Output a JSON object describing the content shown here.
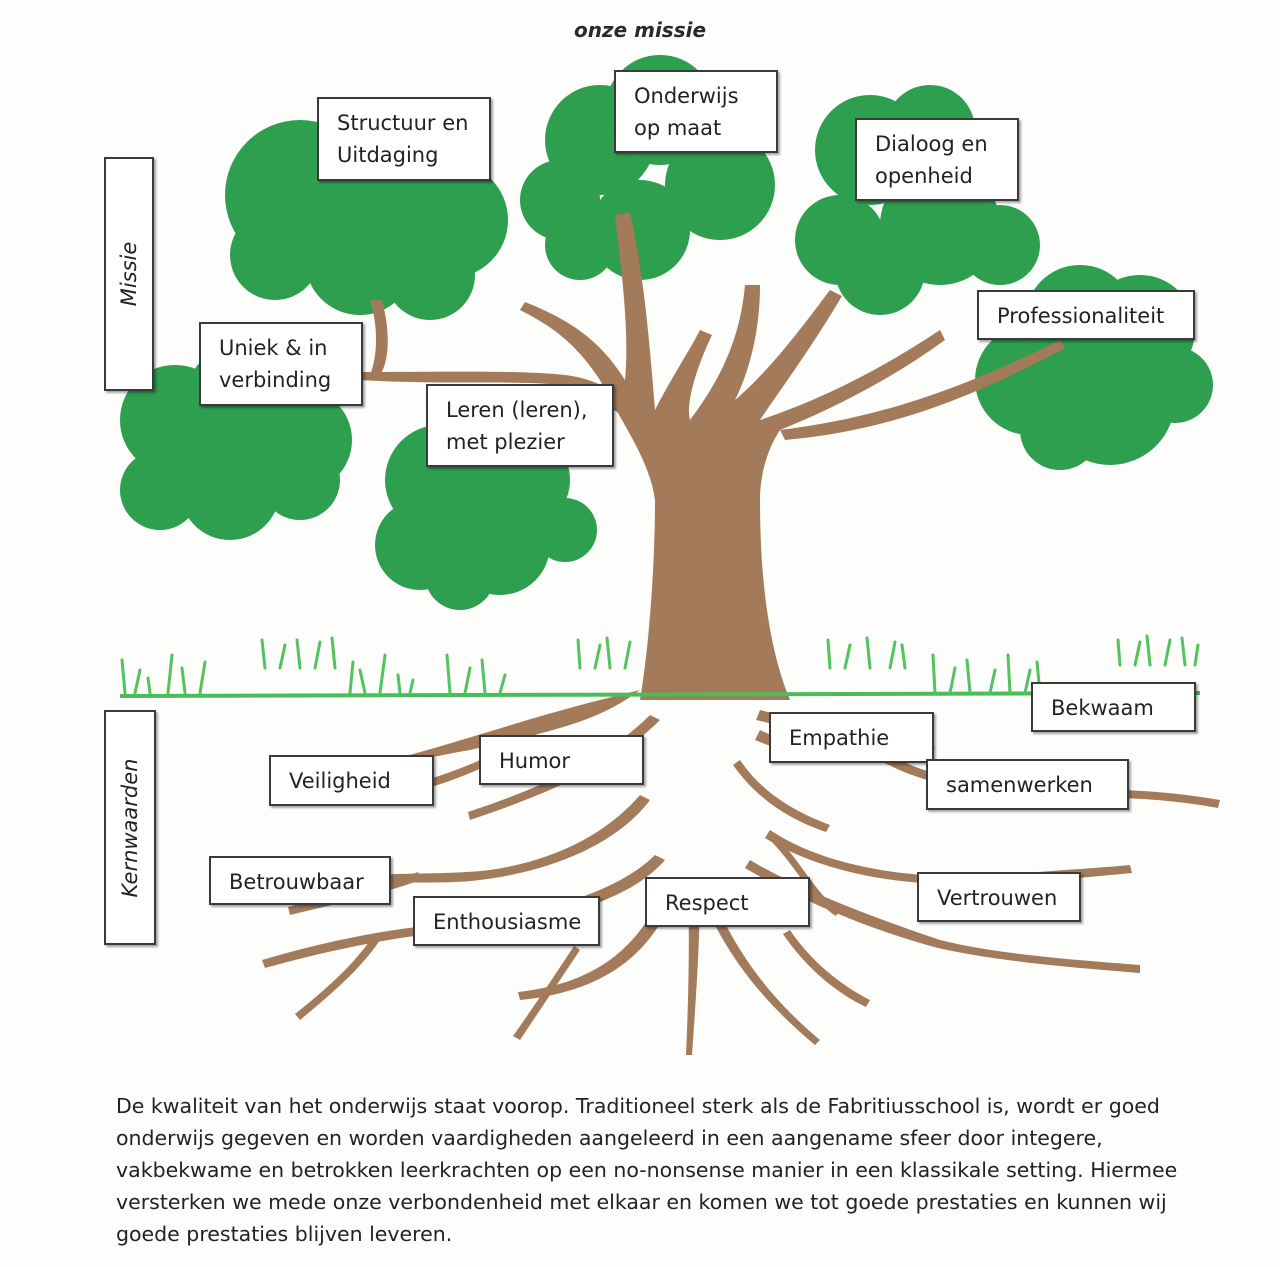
{
  "title": "onze missie",
  "side_labels": {
    "mission": "Missie",
    "core_values": "Kernwaarden"
  },
  "mission_items": [
    "Structuur en\nUitdaging",
    "Onderwijs\nop maat",
    "Dialoog en\nopenheid",
    "Professionaliteit",
    "Uniek & in\nverbinding",
    "Leren (leren),\nmet plezier"
  ],
  "core_values": [
    "Veiligheid",
    "Humor",
    "Empathie",
    "Bekwaam",
    "samenwerken",
    "Betrouwbaar",
    "Enthousiasme",
    "Respect",
    "Vertrouwen"
  ],
  "paragraph": "De kwaliteit van het onderwijs staat voorop. Traditioneel sterk als de Fabritiusschool is, wordt er goed onderwijs gegeven en worden vaardigheden aangeleerd in een aangename sfeer door integere, vakbekwame en betrokken leerkrachten op een no-nonsense manier in een klassikale setting. Hiermee versterken we mede onze verbondenheid met elkaar en komen we tot goede prestaties en kunnen wij goede prestaties blijven leveren.",
  "colors": {
    "foliage": "#2e9e4f",
    "trunk": "#a37a5a",
    "grass": "#52c35d",
    "ground_line": "#4cbb5a"
  }
}
